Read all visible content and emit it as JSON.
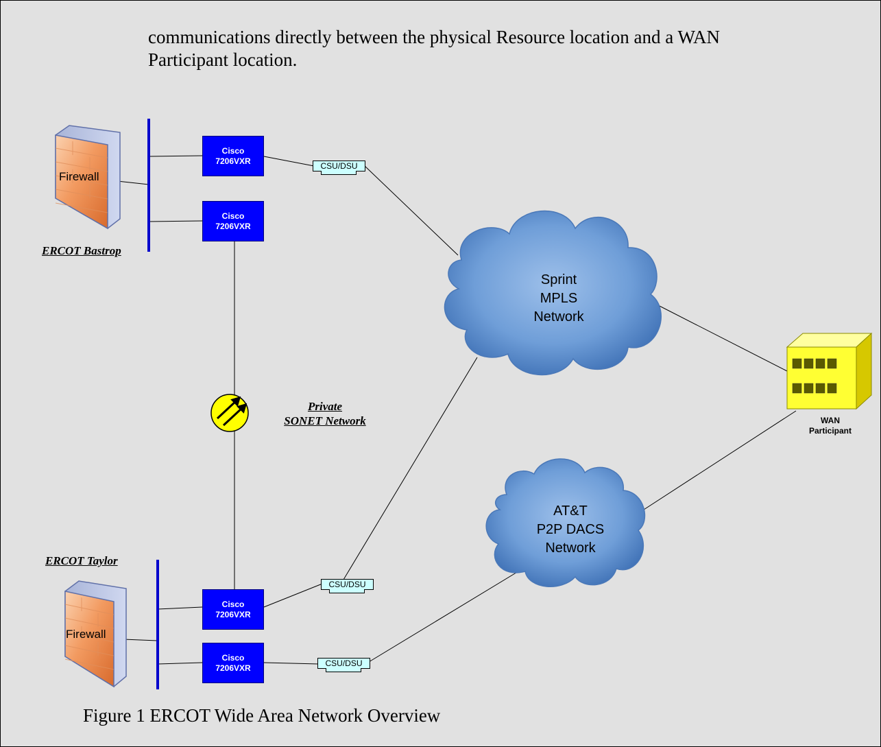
{
  "document": {
    "text_line_1": "communications directly between the physical Resource location and a WAN",
    "text_line_2": "Participant location.",
    "caption": "Figure 1 ERCOT Wide Area Network Overview"
  },
  "sites": {
    "bastrop": "ERCOT Bastrop",
    "taylor": "ERCOT Taylor"
  },
  "firewall_label": "Firewall",
  "router_label_line1": "Cisco",
  "router_label_line2": "7206VXR",
  "csu_label": "CSU/DSU",
  "sonet": {
    "line1": "Private",
    "line2": "SONET Network"
  },
  "clouds": {
    "sprint": {
      "line1": "Sprint",
      "line2": "MPLS",
      "line3": "Network"
    },
    "att": {
      "line1": "AT&T",
      "line2": "P2P DACS",
      "line3": "Network"
    }
  },
  "wan_participant": {
    "line1": "WAN",
    "line2": "Participant"
  },
  "colors": {
    "background": "#e1e1e1",
    "router": "#0000ff",
    "cloud": "#5b8fd1",
    "csu": "#ccffff",
    "firewall": "#f29a60",
    "building": "#ffff33",
    "sonet_ring": "#ffff00"
  }
}
